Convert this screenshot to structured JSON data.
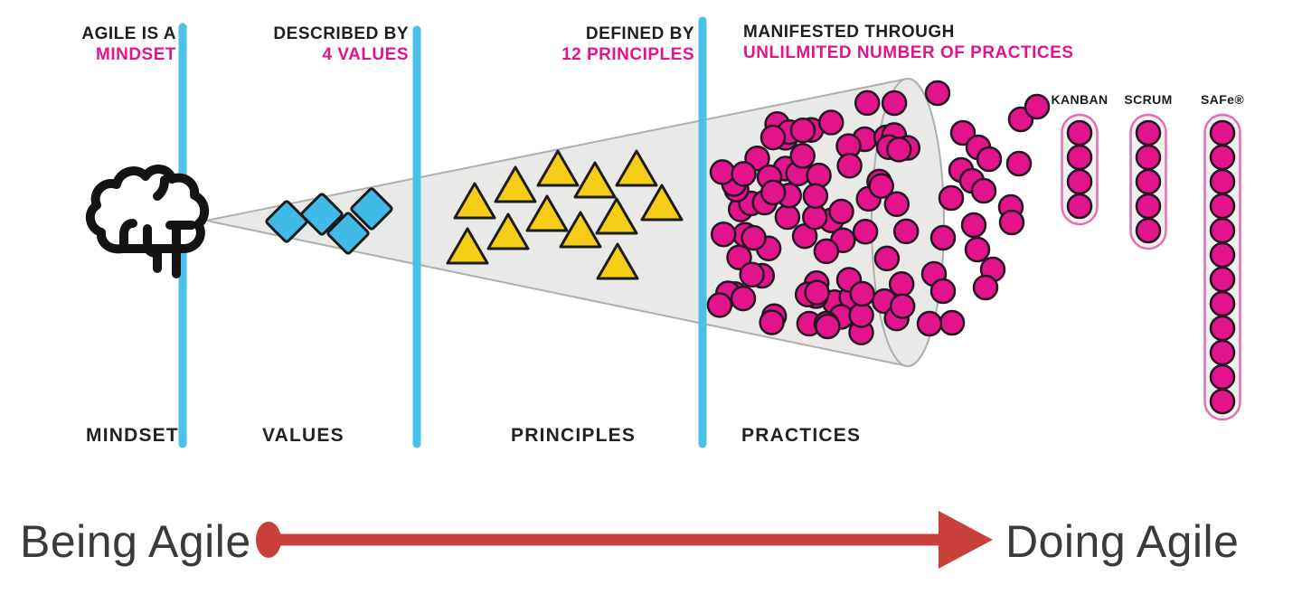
{
  "annotations": {
    "mindset": {
      "line1": "AGILE IS A",
      "line2": "MINDSET"
    },
    "values": {
      "line1": "DESCRIBED BY",
      "line2": "4 VALUES"
    },
    "principles": {
      "line1": "DEFINED BY",
      "line2": "12 PRINCIPLES"
    },
    "practices": {
      "line1": "MANIFESTED THROUGH",
      "line2": "UNLILMITED NUMBER OF PRACTICES"
    }
  },
  "stages": {
    "mindset": "MINDSET",
    "values": "VALUES",
    "principles": "PRINCIPLES",
    "practices": "PRACTICES"
  },
  "frameworks": [
    {
      "label": "KANBAN",
      "dot_count": 4
    },
    {
      "label": "SCRUM",
      "dot_count": 5
    },
    {
      "label": "SAFe®",
      "dot_count": 12
    }
  ],
  "flow": {
    "left_label": "Being Agile",
    "right_label": "Doing Agile"
  },
  "figure": {
    "values_diamond_count": 4,
    "principles_triangle_count": 12,
    "practice_dots_inside": 78,
    "practice_dots_outside": 22
  },
  "icons": {
    "mindset_icon": "brain-icon"
  },
  "colors": {
    "accent_pink": "#E3148B",
    "accent_blue": "#4AC1EA",
    "diamond_blue": "#41BAE8",
    "triangle_yellow": "#F5CD17",
    "cone_gray": "#E9E9E7",
    "arrow_red": "#C9403B",
    "text_dark": "#1E1E1E"
  }
}
